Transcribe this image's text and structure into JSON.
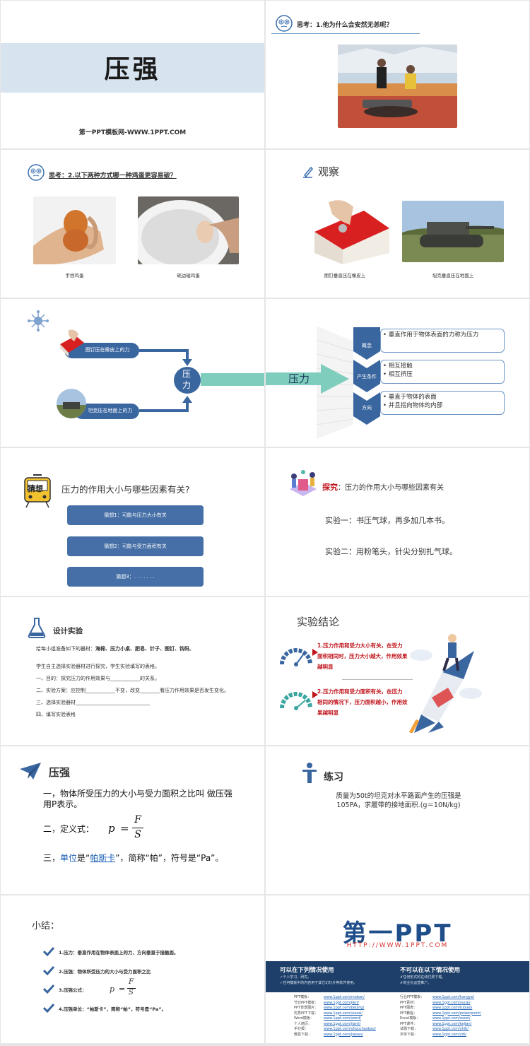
{
  "s1": {
    "title": "压强",
    "site": "第一PPT模板网-WWW.1PPT.COM"
  },
  "s2": {
    "think_label": "思考：1.他为什么会安然无恙呢？"
  },
  "s3": {
    "think_label": "思考：2.以下两种方式哪一种鸡蛋更容易破？",
    "cap1": "手捏鸡蛋",
    "cap2": "碗边磕鸡蛋"
  },
  "s4": {
    "heading": "观察",
    "cap1": "图钉垂直压在橡皮上",
    "cap2": "坦克垂直压在地面上"
  },
  "s5": {
    "pill1": "图钉压在橡皮上的力",
    "pill2": "坦克压在地面上的力",
    "node": "压力"
  },
  "s6": {
    "arrow_label": "压力",
    "rows": [
      {
        "tag": "概念",
        "items": [
          "垂直作用于物体表面的力称为压力"
        ]
      },
      {
        "tag": "产生条件",
        "items": [
          "相互接触",
          "相互挤压"
        ]
      },
      {
        "tag": "方向",
        "items": [
          "垂直于物体的表面",
          "并且指向物体的内部"
        ]
      }
    ]
  },
  "s7": {
    "badge": "猜想",
    "question": "压力的作用大小与哪些因素有关?",
    "guesses": [
      "猜想1：可能与压力大小有关",
      "猜想2：可能与受力面积有关",
      "猜想3：. . . . . . ."
    ]
  },
  "s8": {
    "explore": "探究",
    "sep": "：",
    "topic": "压力的作用大小与哪些因素有关",
    "exp1": "实验一：书压气球，再多加几本书。",
    "exp2": "实验二：用粉笔头，针尖分别扎气球。"
  },
  "s9": {
    "heading": "设计实验",
    "line1_a": "给每小组准备如下的器材：",
    "line1_b": "海棉、压力小桌、肥皂、针子、图钉、钩码",
    "line1_c": "。",
    "line2": "学生自主选择实验器材进行探究，学生实验填写的表格。",
    "line3": "一、目的：探究压力的作用效果与____________的关系。",
    "line4": "二、实验方案：应控制____________不变，改变________看压力作用效果是否发生变化。",
    "line5": "三、选择实验器材______________________________",
    "line6": "四、填写实验表格"
  },
  "s10": {
    "heading": "实验结论",
    "c1": "1.压力作用和受力大小有关，在受力面积相同时，压力大小越大，作用效果越明显",
    "c2": "2.压力作用和受力面积有关，在压力相同的情况下，压力面积越小，作用效果越明显"
  },
  "s11": {
    "heading": "压强",
    "p1": "一，物体所受压力的大小与受力面积之比叫 做压强 用P表示。",
    "p2_a": "二，定义式：",
    "p_lhs": "p",
    "eq": "=",
    "num": "F",
    "den": "S",
    "p3_a": "三，",
    "p3_link1": "单位",
    "p3_b": "是“",
    "p3_link2": "帕斯卡",
    "p3_c": "”，简称“帕”，符号是“Pa”。"
  },
  "s12": {
    "heading": "练习",
    "body": "质量为50t的坦克对水平路面产生的压强是105PA，求履带的接地面积.(g＝10N/kg)"
  },
  "s13": {
    "heading": "小结：",
    "items": [
      "1.压力：垂直作用在物体表面上的力，方向垂直于接触面。",
      "2.压强：物体所受压力的大小与受力面积之比",
      "3.压强公式：",
      "4.压强单位：“帕斯卡”，简称“帕”，符号是“Pa”。"
    ],
    "link": "帕斯卡",
    "p": "p",
    "eq": "=",
    "num": "F",
    "den": "S"
  },
  "s14": {
    "logo": "第一PPT",
    "url": "HTTP://WWW.1PPT.COM",
    "can_title": "可以在下列情况使用",
    "can1": "✓个人学习、研究。",
    "can2": "✓任何模板中的内容用于其它幻灯片等软件使用。",
    "cannot_title": "不可以在以下情况使用",
    "cannot1": "✗任何形式的在线付费下载。",
    "cannot2": "✗商业化运营推广。",
    "links_left": [
      [
        "PPT模板：",
        "www.1ppt.com/moban/"
      ],
      [
        "节日PPT模板：",
        "www.1ppt.com/jieri/"
      ],
      [
        "PPT背景图片：",
        "www.1ppt.com/beijing/"
      ],
      [
        "优秀PPT下载：",
        "www.1ppt.com/xiazai/"
      ],
      [
        "Word模板：",
        "www.1ppt.com/word/"
      ],
      [
        "个人简历：",
        "www.1ppt.com/jianli/"
      ],
      [
        "手抄报：",
        "www.1ppt.com/shouchaobao/"
      ],
      [
        "教案下载：",
        "www.1ppt.com/jiaoan/"
      ]
    ],
    "links_right": [
      [
        "行业PPT模板：",
        "www.1ppt.com/hangye/"
      ],
      [
        "PPT素材：",
        "www.1ppt.com/sucai/"
      ],
      [
        "PPT图表：",
        "www.1ppt.com/tubiao/"
      ],
      [
        "PPT教程：",
        "www.1ppt.com/powerpoint/"
      ],
      [
        "Excel模板：",
        "www.1ppt.com/excel/"
      ],
      [
        "PPT课件：",
        "www.1ppt.com/kejian/"
      ],
      [
        "试题下载：",
        "www.1ppt.com/shiti/"
      ],
      [
        "字体下载：",
        "www.1ppt.com/ziti/"
      ]
    ]
  },
  "colors": {
    "blue": "#456fa6",
    "teal": "#7fcdbd",
    "red": "#c0141c"
  }
}
